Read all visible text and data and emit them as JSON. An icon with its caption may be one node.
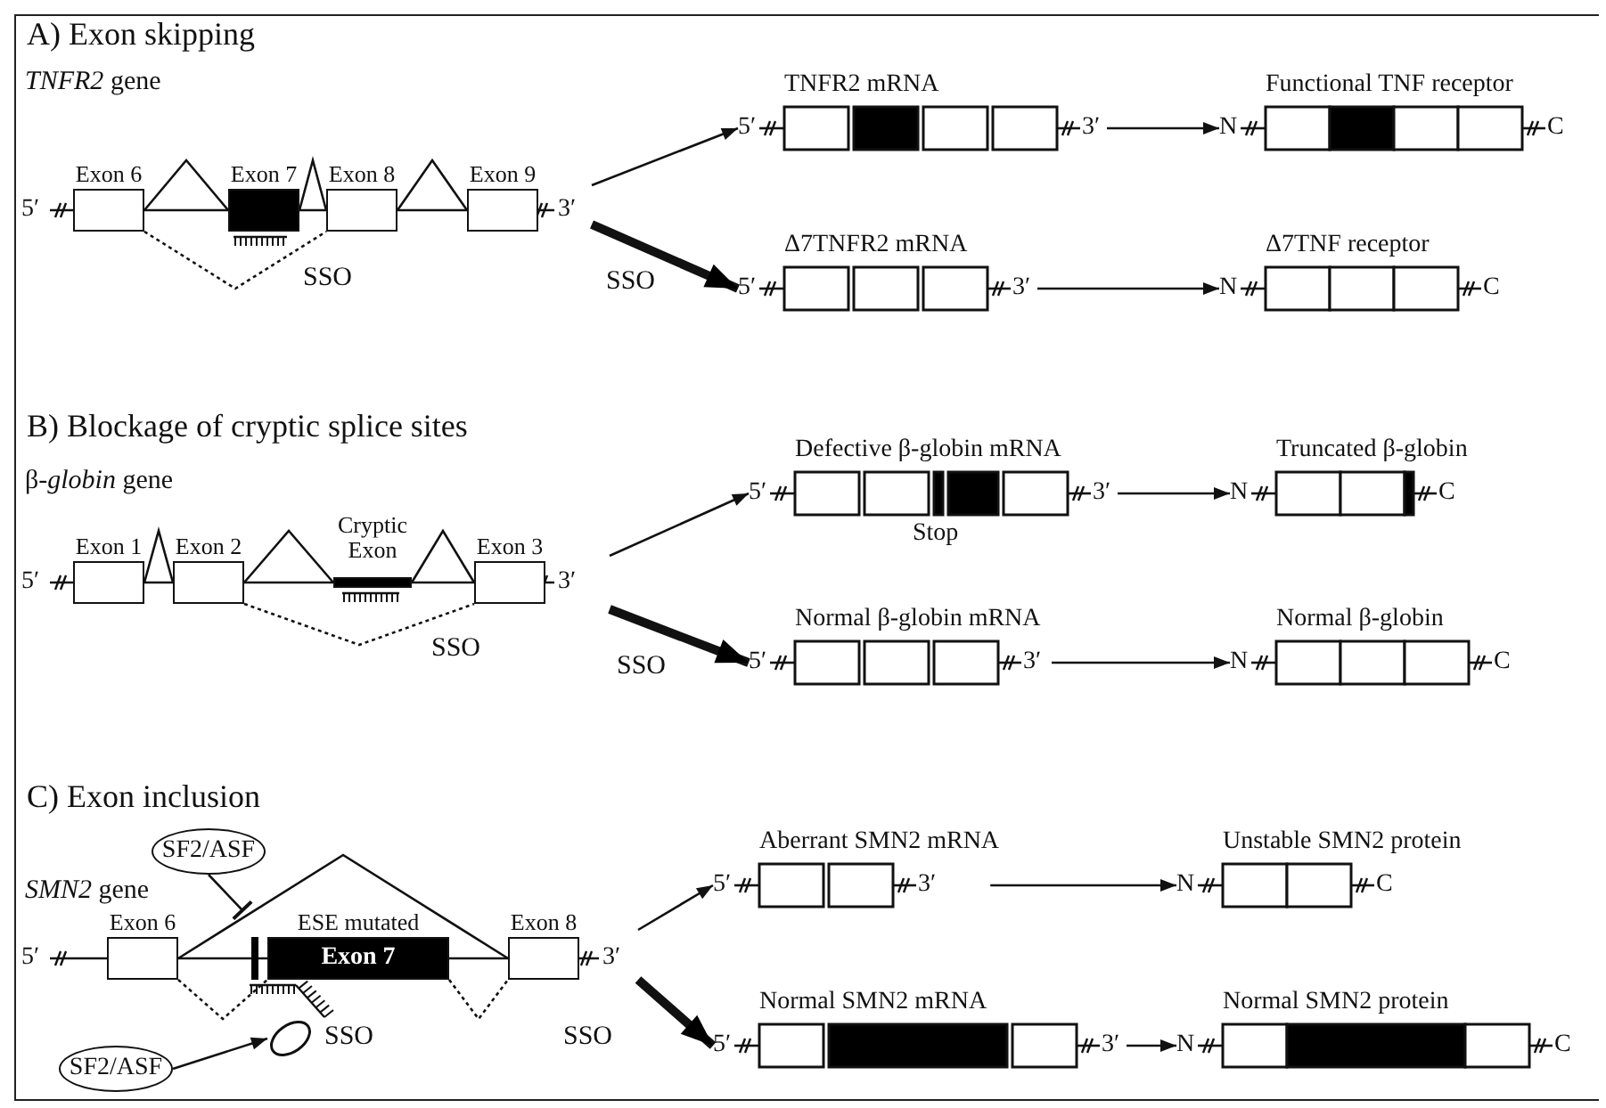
{
  "diagram": {
    "nodes": [
      {
        "text": [
          "*TNFR2* gene",
          "5′",
          "3′"
        ]
      },
      {
        "text": [
          "Exon 6"
        ],
        "in": 0
      },
      {
        "text": [
          "Exon 7"
        ],
        "in": 0
      },
      {
        "text": [
          "Exon 8"
        ],
        "in": 0
      },
      {
        "text": [
          "Exon 9"
        ],
        "in": 0
      },
      {
        "text": [
          "TNFR2 mRNA",
          "5′",
          "3′"
        ]
      },
      {
        "text": [
          "Functional TNF receptor",
          "N",
          "C"
        ]
      },
      {
        "text": [
          "Δ7TNFR2 mRNA",
          "5′",
          "3′"
        ]
      },
      {
        "text": [
          "Δ7TNF receptor",
          "N",
          "C"
        ]
      },
      {
        "text": [
          "β-*globin* gene",
          "5′",
          "3′"
        ]
      },
      {
        "text": [
          "Exon 1"
        ],
        "in": 9
      },
      {
        "text": [
          "Exon 2"
        ],
        "in": 9
      },
      {
        "text": [
          "Cryptic Exon"
        ],
        "in": 9
      },
      {
        "text": [
          "Exon 3"
        ],
        "in": 9
      },
      {
        "text": [
          "Defective β-globin mRNA",
          "5′",
          "3′"
        ],
        "beside": [
          "Stop"
        ]
      },
      {
        "text": [
          "Truncated β-globin",
          "N",
          "C"
        ]
      },
      {
        "text": [
          "Normal β-globin mRNA",
          "5′",
          "3′"
        ]
      },
      {
        "text": [
          "Normal β-globin",
          "N",
          "C"
        ]
      },
      {
        "text": [
          "*SMN2* gene",
          "5′",
          "3′"
        ]
      },
      {
        "text": [
          "SF2/ASF"
        ]
      },
      {
        "text": [
          "Exon 6"
        ],
        "in": 18
      },
      {
        "text": [
          "ESE mutated",
          "Exon 7"
        ],
        "in": 18
      },
      {
        "text": [
          "Exon 8"
        ],
        "in": 18
      },
      {
        "text": [],
        "shape": "ellipse",
        "beside": [
          "SSO"
        ]
      },
      {
        "text": [
          "SF2/ASF"
        ]
      },
      {
        "text": [
          "Aberrant SMN2 mRNA",
          "5′",
          "3′"
        ]
      },
      {
        "text": [
          "Unstable SMN2 protein",
          "N",
          "C"
        ]
      },
      {
        "text": [
          "Normal SMN2 mRNA",
          "5′",
          "3′"
        ]
      },
      {
        "text": [
          "Normal SMN2 protein",
          "N",
          "C"
        ]
      }
    ],
    "edges": [
      {
        "from": 1,
        "to": 2,
        "arrow": "none"
      },
      {
        "from": 2,
        "to": 3,
        "arrow": "none"
      },
      {
        "from": 3,
        "to": 4,
        "arrow": "none"
      },
      {
        "from": 1,
        "to": 3,
        "arrow": "none",
        "style": "dashed"
      },
      {
        "from": 0,
        "to": 5,
        "arrow": "to"
      },
      {
        "from": 0,
        "to": 7,
        "arrow": "to",
        "style": "thick",
        "label": "SSO"
      },
      {
        "from": 5,
        "to": 6,
        "arrow": "to"
      },
      {
        "from": 7,
        "to": 8,
        "arrow": "to"
      },
      {
        "from": 10,
        "to": 11,
        "arrow": "none"
      },
      {
        "from": 11,
        "to": 12,
        "arrow": "none"
      },
      {
        "from": 12,
        "to": 13,
        "arrow": "none"
      },
      {
        "from": 11,
        "to": 13,
        "arrow": "none",
        "style": "dashed"
      },
      {
        "from": 9,
        "to": 14,
        "arrow": "to"
      },
      {
        "from": 9,
        "to": 16,
        "arrow": "to",
        "style": "thick",
        "label": "SSO"
      },
      {
        "from": 14,
        "to": 15,
        "arrow": "to"
      },
      {
        "from": 16,
        "to": 17,
        "arrow": "to"
      },
      {
        "from": 19,
        "to": 18,
        "arrow": "other"
      },
      {
        "from": 20,
        "to": 22,
        "arrow": "none"
      },
      {
        "from": 20,
        "to": 21,
        "arrow": "none",
        "style": "dashed"
      },
      {
        "from": 21,
        "to": 22,
        "arrow": "none",
        "style": "dashed"
      },
      {
        "from": 24,
        "to": 23,
        "arrow": "to"
      },
      {
        "from": 18,
        "to": 25,
        "arrow": "to"
      },
      {
        "from": 18,
        "to": 27,
        "arrow": "to",
        "style": "thick",
        "label": "SSO"
      },
      {
        "from": 25,
        "to": 26,
        "arrow": "to"
      },
      {
        "from": 27,
        "to": 28,
        "arrow": "to"
      }
    ],
    "labels": [
      "A) Exon skipping",
      "SSO",
      "B) Blockage of cryptic splice sites",
      "SSO",
      "C) Exon inclusion"
    ]
  }
}
